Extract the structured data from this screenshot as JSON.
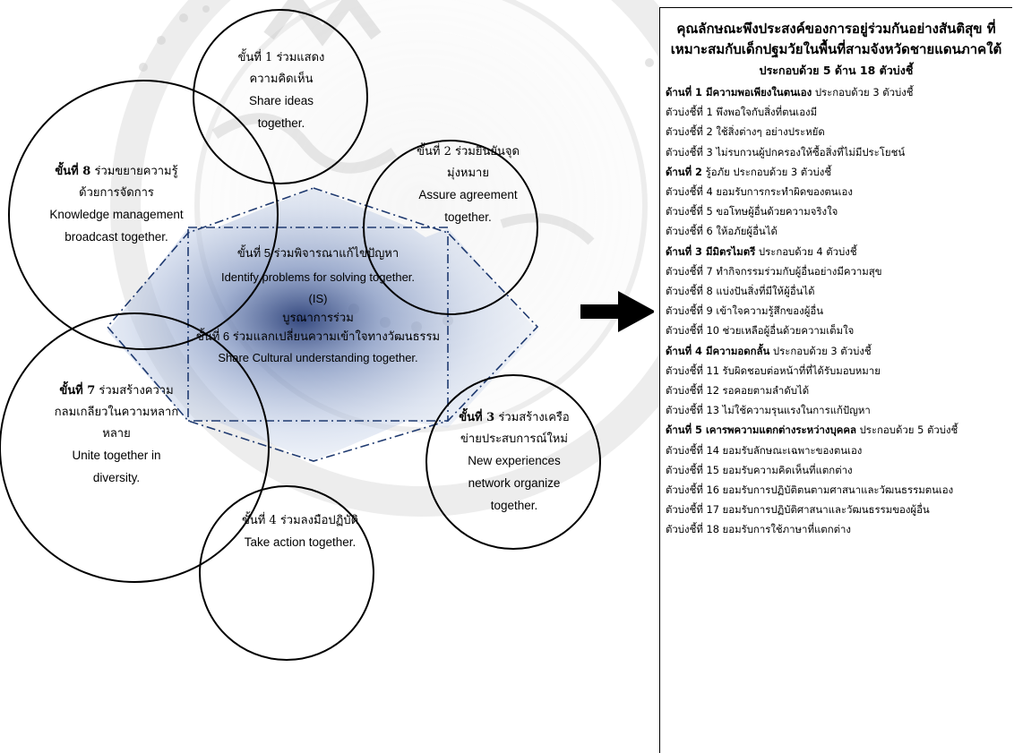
{
  "steps": [
    {
      "id": "s1",
      "lead": "ขั้นที่ 1",
      "th": "ร่วมแสดงความคิดเห็น",
      "en": "Share ideas together."
    },
    {
      "id": "s2",
      "lead": "ขั้นที่ 2",
      "th": "ร่วมยืนยันจุดมุ่งหมาย",
      "en": "Assure agreement together."
    },
    {
      "id": "s3",
      "lead": "ขั้นที่ 3",
      "th": "ร่วมสร้างเครือข่ายประสบการณ์ใหม่",
      "en": "New experiences network organize together."
    },
    {
      "id": "s4",
      "lead": "ขั้นที่ 4",
      "th": "ร่วมลงมือปฏิบัติ",
      "en": "Take action together."
    },
    {
      "id": "s5",
      "lead": "ขั้นที่ 5",
      "th": "ร่วมพิจารณาแก้ไขปัญหา",
      "en": "Identify problems for solving together."
    },
    {
      "id": "s6",
      "lead": "ขั้นที่ 6",
      "th": "ร่วมแลกเปลี่ยนความเข้าใจทางวัฒนธรรม",
      "en": "Share Cultural understanding together."
    },
    {
      "id": "s7",
      "lead": "ขั้นที่ 7",
      "th": "ร่วมสร้างความกลมเกลียวในความหลากหลาย",
      "en": "Unite together in diversity."
    },
    {
      "id": "s8",
      "lead": "ขั้นที่ 8",
      "th": "ร่วมขยายความรู้ด้วยการจัดการ",
      "en": "Knowledge management broadcast together."
    }
  ],
  "center": {
    "code": "(IS)",
    "name": "บูรณาการร่วม"
  },
  "panel": {
    "title": "คุณลักษณะพึงประสงค์ของการอยู่ร่วมกันอย่างสันติสุข ที่เหมาะสมกับเด็กปฐมวัยในพื้นที่สามจังหวัดชายแดนภาคใต้",
    "title_tail": "ประกอบด้วย 5 ด้าน 18 ตัวบ่งชี้",
    "lines": [
      {
        "bold": "ด้านที่ 1 มีความพอเพียงในตนเอง",
        "text": " ประกอบด้วย 3 ตัวบ่งชี้"
      },
      {
        "bold": "",
        "text": "ตัวบ่งชี้ที่ 1 พึงพอใจกับสิ่งที่ตนเองมี"
      },
      {
        "bold": "",
        "text": "ตัวบ่งชี้ที่ 2 ใช้สิ่งต่างๆ อย่างประหยัด"
      },
      {
        "bold": "",
        "text": "ตัวบ่งชี้ที่ 3 ไม่รบกวนผู้ปกครองให้ซื้อสิ่งที่ไม่มีประโยชน์"
      },
      {
        "bold": "ด้านที่ 2",
        "text": " รู้อภัย ประกอบด้วย 3 ตัวบ่งชี้"
      },
      {
        "bold": "",
        "text": "ตัวบ่งชี้ที่ 4 ยอมรับการกระทำผิดของตนเอง"
      },
      {
        "bold": "",
        "text": "ตัวบ่งชี้ที่ 5 ขอโทษผู้อื่นด้วยความจริงใจ"
      },
      {
        "bold": "",
        "text": "ตัวบ่งชี้ที่ 6 ให้อภัยผู้อื่นได้"
      },
      {
        "bold": "ด้านที่ 3 มีมิตรไมตรี",
        "text": " ประกอบด้วย 4 ตัวบ่งชี้"
      },
      {
        "bold": "",
        "text": "ตัวบ่งชี้ที่ 7  ทำกิจกรรมร่วมกับผู้อื่นอย่างมีความสุข"
      },
      {
        "bold": "",
        "text": "ตัวบ่งชี้ที่ 8   แบ่งปันสิ่งที่มีให้ผู้อื่นได้"
      },
      {
        "bold": "",
        "text": "ตัวบ่งชี้ที่ 9   เข้าใจความรู้สึกของผู้อื่น"
      },
      {
        "bold": "",
        "text": "ตัวบ่งชี้ที่ 10  ช่วยเหลือผู้อื่นด้วยความเต็มใจ"
      },
      {
        "bold": "ด้านที่ 4 มีความอดกลั้น",
        "text": " ประกอบด้วย 3 ตัวบ่งชี้"
      },
      {
        "bold": "",
        "text": "ตัวบ่งชี้ที่ 11  รับผิดชอบต่อหน้าที่ที่ได้รับมอบหมาย"
      },
      {
        "bold": "",
        "text": "ตัวบ่งชี้ที่ 12  รอคอยตามลำดับได้"
      },
      {
        "bold": "",
        "text": "ตัวบ่งชี้ที่ 13  ไม่ใช้ความรุนแรงในการแก้ปัญหา"
      },
      {
        "bold": "ด้านที่ 5  เคารพความแตกต่างระหว่างบุคคล",
        "text": " ประกอบด้วย 5 ตัวบ่งชี้",
        "wrap": true
      },
      {
        "bold": "",
        "text": "ตัวบ่งชี้ที่ 14  ยอมรับลักษณะเฉพาะของตนเอง"
      },
      {
        "bold": "",
        "text": "ตัวบ่งชี้ที่ 15  ยอมรับความคิดเห็นที่แตกต่าง"
      },
      {
        "bold": "",
        "text": "ตัวบ่งชี้ที่ 16  ยอมรับการปฏิบัติตนตามศาสนาและวัฒนธรรมตนเอง",
        "wrap": true
      },
      {
        "bold": "",
        "text": "ตัวบ่งชี้ที่ 17  ยอมรับการปฏิบัติศาสนาและวัฒนธรรมของผู้อื่น"
      },
      {
        "bold": "",
        "text": "ตัวบ่งชี้ที่ 18   ยอมรับการใช้ภาษาที่แตกต่าง"
      }
    ]
  }
}
